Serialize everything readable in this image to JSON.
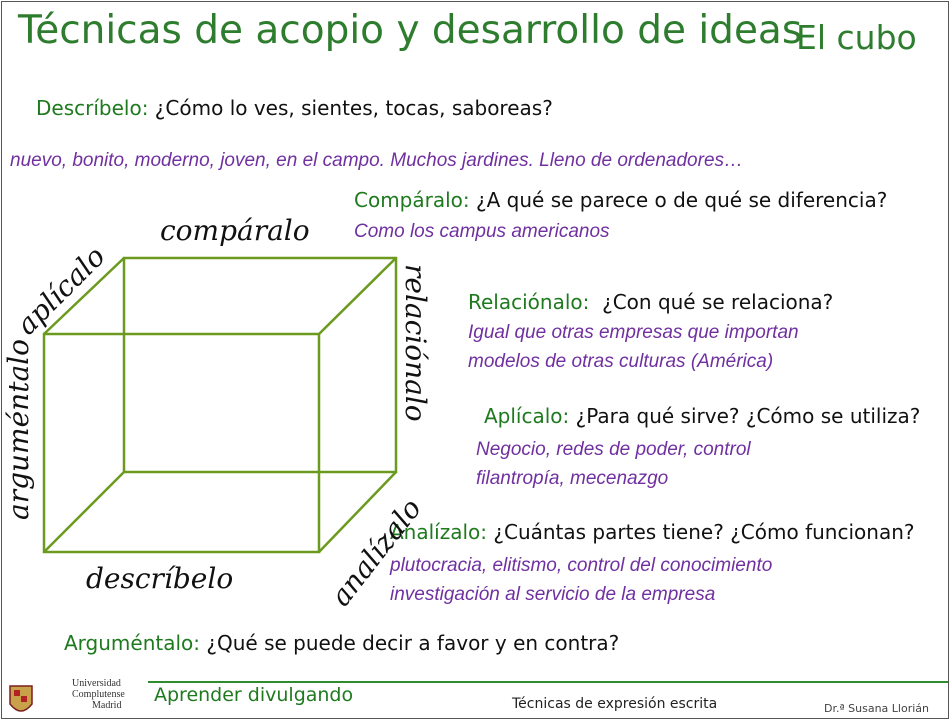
{
  "header": {
    "title": "Técnicas de acopio y desarrollo de ideas",
    "subtitle": "El cubo"
  },
  "describelo": {
    "label": "Descríbelo:",
    "question": " ¿Cómo lo ves, sientes, tocas, saboreas?",
    "answer": "nuevo, bonito, moderno, joven, en el campo. Muchos jardines. Lleno de ordenadores…"
  },
  "comparalo": {
    "label": "Compáralo:",
    "question": " ¿A qué se parece o de qué se diferencia?",
    "answer": "Como los campus americanos"
  },
  "relacionalo": {
    "label": "Relaciónalo:",
    "question": "  ¿Con qué se relaciona?",
    "answer_line1": "Igual que otras empresas que importan",
    "answer_line2": "modelos de otras culturas (América)"
  },
  "aplicalo": {
    "label": "Aplícalo:",
    "question": " ¿Para qué sirve? ¿Cómo se utiliza?",
    "answer_line1": "Negocio, redes de poder, control",
    "answer_line2": "filantropía, mecenazgo"
  },
  "analizalo": {
    "label": "Analízalo:",
    "question": " ¿Cuántas partes tiene? ¿Cómo funcionan?",
    "answer_line1": "plutocracia, elitismo, control del conocimiento",
    "answer_line2": "investigación al servicio de la empresa"
  },
  "argumentalo": {
    "label": "Arguméntalo:",
    "question": " ¿Qué se puede decir a favor y en contra?"
  },
  "cube_labels": {
    "top": "compáralo",
    "top_left": "aplícalo",
    "left": "arguméntalo",
    "right": "relaciónalo",
    "bottom": "descríbelo",
    "bottom_right": "analízalo"
  },
  "footer": {
    "university_line1": "Universidad",
    "university_line2": "Complutense",
    "university_line3": "Madrid",
    "tagline": "Aprender divulgando",
    "course": "Técnicas de expresión escrita",
    "author": "Dr.ª Susana Llorián"
  },
  "colors": {
    "accent_green": "#2e7d2e",
    "cube_green": "#6b9a1e",
    "answer_purple": "#7030a0"
  }
}
